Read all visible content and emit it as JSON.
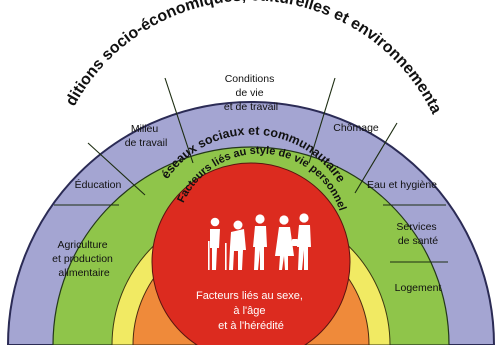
{
  "colors": {
    "outer_band": "#a4a5d2",
    "outer_stroke": "#2b2b55",
    "green_band": "#8fc54a",
    "yellow_band": "#f1ea63",
    "orange_band": "#ef8a3a",
    "red_core": "#dc2b1f",
    "white": "#ffffff"
  },
  "outer_arc": {
    "label": "Conditions socio-économiques, culturelles et environnementales"
  },
  "living_conditions": {
    "segments": [
      {
        "lines": [
          "Agriculture",
          "et production",
          "alimentaire"
        ]
      },
      {
        "lines": [
          "Éducation"
        ]
      },
      {
        "lines": [
          "Milieu",
          "de travail"
        ]
      },
      {
        "lines": [
          "Conditions",
          "de vie",
          "et de travail"
        ]
      },
      {
        "lines": [
          "Chômage"
        ]
      },
      {
        "lines": [
          "Eau et hygiène"
        ]
      },
      {
        "lines": [
          "Services",
          "de santé"
        ]
      },
      {
        "lines": [
          "Logement"
        ]
      }
    ]
  },
  "social_arc": {
    "label": "Réseaux sociaux et communautaires"
  },
  "lifestyle_arc": {
    "label": "Facteurs liés au style de vie personnel"
  },
  "core": {
    "icon": "people-silhouettes-icon",
    "lines": [
      "Facteurs liés au sexe,",
      "à l'âge",
      "et à l'hérédité"
    ]
  }
}
